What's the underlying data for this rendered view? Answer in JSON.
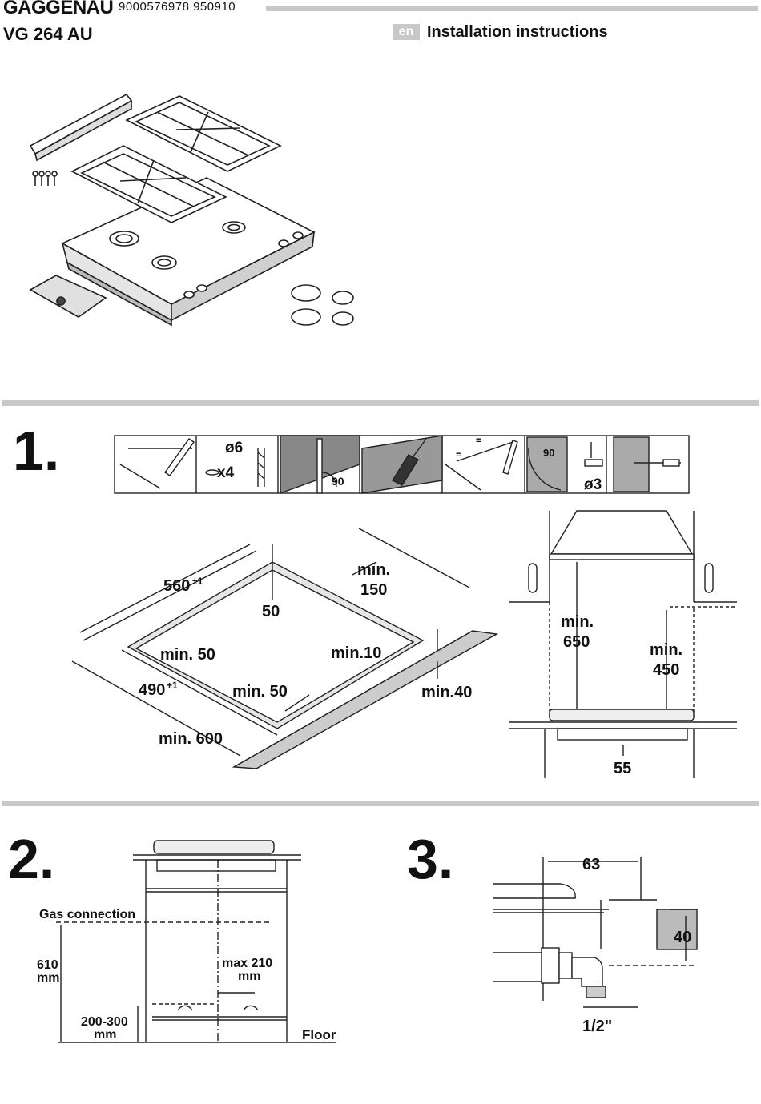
{
  "header": {
    "brand": "GAGGENAU",
    "code": "9000576978   950910",
    "model": "VG 264 AU",
    "lang": "en",
    "title": "Installation instructions"
  },
  "steps": [
    "1.",
    "2.",
    "3."
  ],
  "step1": {
    "tools": {
      "drill": "ø6",
      "count": "x4",
      "angle": "90",
      "equal": "=",
      "angle2": "90",
      "hole": "ø3"
    },
    "cutout": {
      "width": "560",
      "width_tol": "±1",
      "depth": "490",
      "depth_tol": "+1",
      "min600": "min. 600",
      "min150_a": "min.",
      "min150_b": "150",
      "v50": "50",
      "min50_a": "min. 50",
      "min50_b": "min. 50",
      "min10": "min.10",
      "min40": "min.40"
    },
    "clearance": {
      "min650_a": "min.",
      "min650_b": "650",
      "min450_a": "min.",
      "min450_b": "450",
      "v55": "55"
    }
  },
  "step2": {
    "gas": "Gas connection",
    "h610_a": "610",
    "h610_b": "mm",
    "max210_a": "max 210",
    "max210_b": "mm",
    "h200_a": "200-300",
    "h200_b": "mm",
    "floor": "Floor"
  },
  "step3": {
    "v63": "63",
    "v40": "40",
    "thread": "1/2\""
  }
}
